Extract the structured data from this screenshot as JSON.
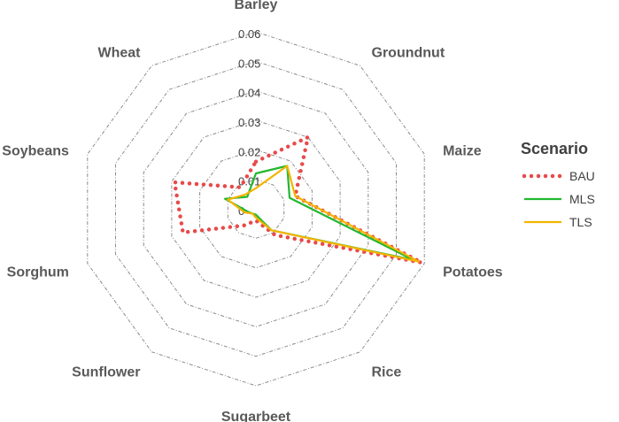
{
  "chart_data": {
    "type": "radar",
    "categories": [
      "Barley",
      "Groundnut",
      "Maize",
      "Potatoes",
      "Rice",
      "Sugarbeet",
      "Sunflower",
      "Sorghum",
      "Soybeans",
      "Wheat"
    ],
    "r_ticks": [
      "0",
      "0.01",
      "0.02",
      "0.03",
      "0.04",
      "0.05",
      "0.06"
    ],
    "rlim": [
      0,
      0.06
    ],
    "grid": true,
    "legend": {
      "title": "Scenario",
      "position": "right"
    },
    "series": [
      {
        "name": "BAU",
        "color": "#e84a4a",
        "style": "dotted",
        "values": [
          0.016,
          0.03,
          0.014,
          0.059,
          0.011,
          0.004,
          0.007,
          0.026,
          0.029,
          0.009
        ]
      },
      {
        "name": "MLS",
        "color": "#22b830",
        "style": "solid",
        "values": [
          0.012,
          0.018,
          0.012,
          0.056,
          0.009,
          0.002,
          0.002,
          0.003,
          0.011,
          0.005
        ]
      },
      {
        "name": "TLS",
        "color": "#f4b400",
        "style": "solid",
        "values": [
          0.007,
          0.018,
          0.014,
          0.058,
          0.009,
          0.003,
          0.002,
          0.004,
          0.01,
          0.006
        ]
      }
    ]
  }
}
